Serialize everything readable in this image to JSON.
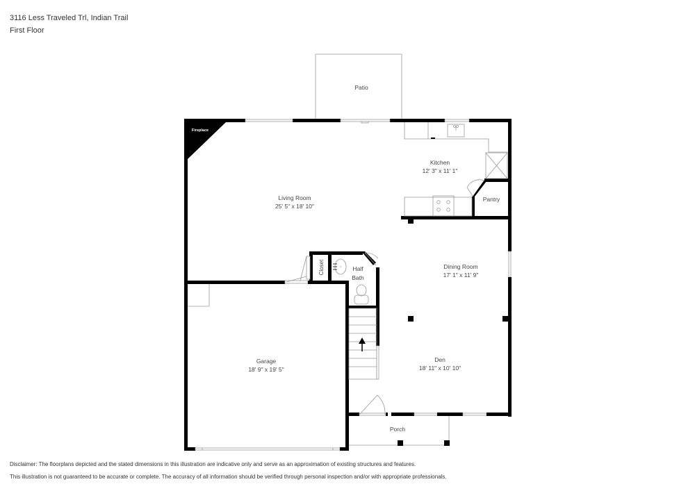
{
  "header": {
    "address": "3116 Less Traveled Trl, Indian Trail",
    "floor": "First Floor"
  },
  "rooms": {
    "patio": {
      "name": "Patio"
    },
    "fireplace": {
      "name": "Fireplace"
    },
    "kitchen": {
      "name": "Kitchen",
      "dims": "12' 3\" x 11' 1\""
    },
    "pantry": {
      "name": "Pantry"
    },
    "living_room": {
      "name": "Living Room",
      "dims": "25' 5\" x 18' 10\""
    },
    "closet": {
      "name": "Closet"
    },
    "half_bath": {
      "name_line1": "Half",
      "name_line2": "Bath"
    },
    "dining_room": {
      "name": "Dining Room",
      "dims": "17' 1\" x 11' 9\""
    },
    "garage": {
      "name": "Garage",
      "dims": "18' 9\" x 19' 5\""
    },
    "den": {
      "name": "Den",
      "dims": "18' 11\" x 10' 10\""
    },
    "porch": {
      "name": "Porch"
    }
  },
  "icons": {
    "stairs_arrow": "up-arrow",
    "stove": "stove",
    "sink": "sink",
    "toilet": "toilet"
  },
  "disclaimer": {
    "line1": "Disclaimer: The floorplans depicted and the stated dimensions in this illustration are indicative only and serve as an approximation of existing structures and features.",
    "line2": "This illustration is not guaranteed to be accurate or complete. The accuracy of all information should be verified through personal inspection and/or with appropriate professionals."
  }
}
